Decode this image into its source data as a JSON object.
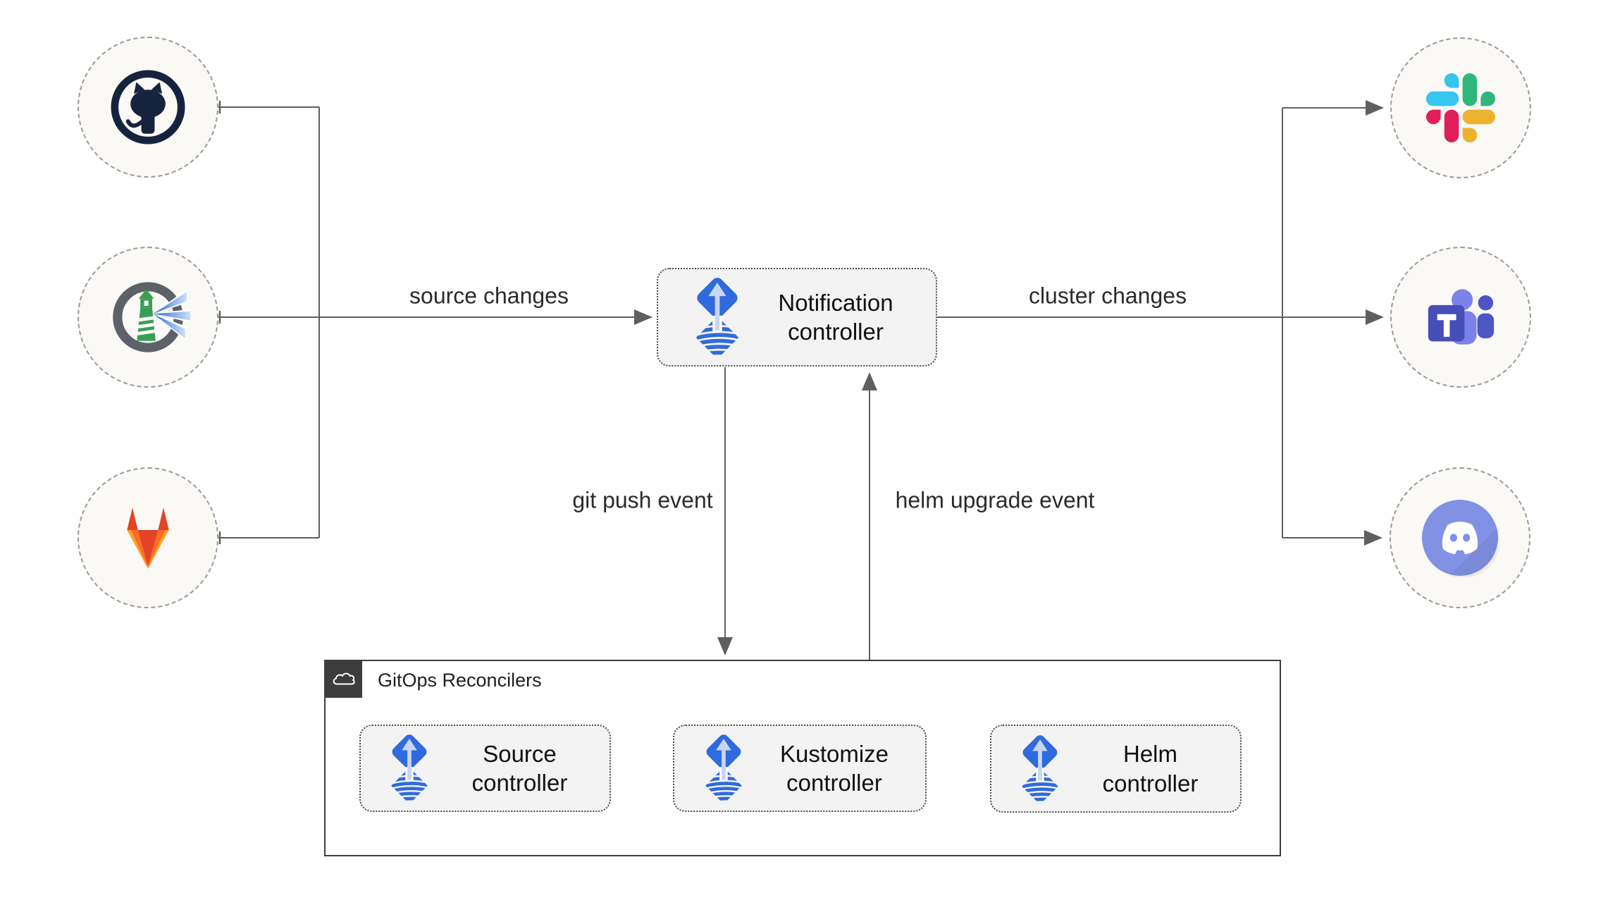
{
  "notification_controller": {
    "label": "Notification controller",
    "icon": "flux-icon"
  },
  "edges": {
    "source_changes": "source changes",
    "cluster_changes": "cluster changes",
    "git_push_event": "git push event",
    "helm_upgrade_event": "helm upgrade event"
  },
  "source_nodes": [
    {
      "name": "github",
      "icon": "github-icon"
    },
    {
      "name": "harbor",
      "icon": "harbor-icon"
    },
    {
      "name": "gitlab",
      "icon": "gitlab-icon"
    }
  ],
  "target_nodes": [
    {
      "name": "slack",
      "icon": "slack-icon"
    },
    {
      "name": "microsoft-teams",
      "icon": "teams-icon"
    },
    {
      "name": "discord",
      "icon": "discord-icon"
    }
  ],
  "reconcilers": {
    "title": "GitOps Reconcilers",
    "icon": "cloud-icon",
    "controllers": [
      {
        "label": "Source controller",
        "icon": "flux-icon"
      },
      {
        "label": "Kustomize controller",
        "icon": "flux-icon"
      },
      {
        "label": "Helm controller",
        "icon": "flux-icon"
      }
    ]
  },
  "colors": {
    "flux_blue": "#2f6ade",
    "flux_arrow": "#c9d6f2",
    "line_gray": "#5f5f5f",
    "box_bg": "#f3f3f4",
    "node_bg": "#faf9f6",
    "container_border": "#3d3d3d",
    "slack": [
      "#36c5f0",
      "#2eb67d",
      "#ecb22e",
      "#e01e5a"
    ],
    "teams_purple": "#464eb8",
    "teams_light": "#7b83eb",
    "discord_blurple": "#8192e4",
    "gitlab": [
      "#e24329",
      "#fc6d26",
      "#fca326"
    ],
    "harbor_green": "#3b9e57",
    "harbor_gray": "#5d6168",
    "github_dark": "#16233f"
  }
}
